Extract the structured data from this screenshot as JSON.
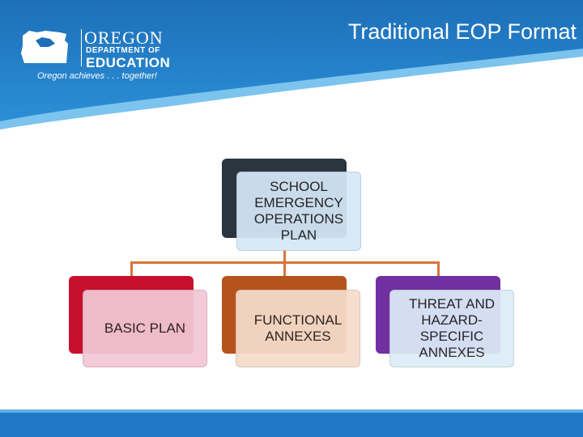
{
  "slide": {
    "title": "Traditional EOP Format"
  },
  "logo": {
    "name": "OREGON",
    "dept": "DEPARTMENT OF",
    "education": "EDUCATION",
    "tagline": "Oregon achieves . . . together!"
  },
  "diagram": {
    "root": {
      "label": "SCHOOL EMERGENCY OPERATIONS PLAN",
      "back_color": "#2a3540",
      "front_color": "#d6e8f7"
    },
    "children": [
      {
        "label": "BASIC PLAN",
        "back_color": "#c8102e",
        "front_color": "#f3c8d6"
      },
      {
        "label": "FUNCTIONAL ANNEXES",
        "back_color": "#b5531c",
        "front_color": "#f6dccb"
      },
      {
        "label": "THREAT AND HAZARD-SPECIFIC ANNEXES",
        "back_color": "#7030a0",
        "front_color": "#dcecf7"
      }
    ],
    "connector_color": "#d9733a"
  },
  "colors": {
    "header_blue": "#1f78c4",
    "header_light": "#5ab0e6"
  }
}
